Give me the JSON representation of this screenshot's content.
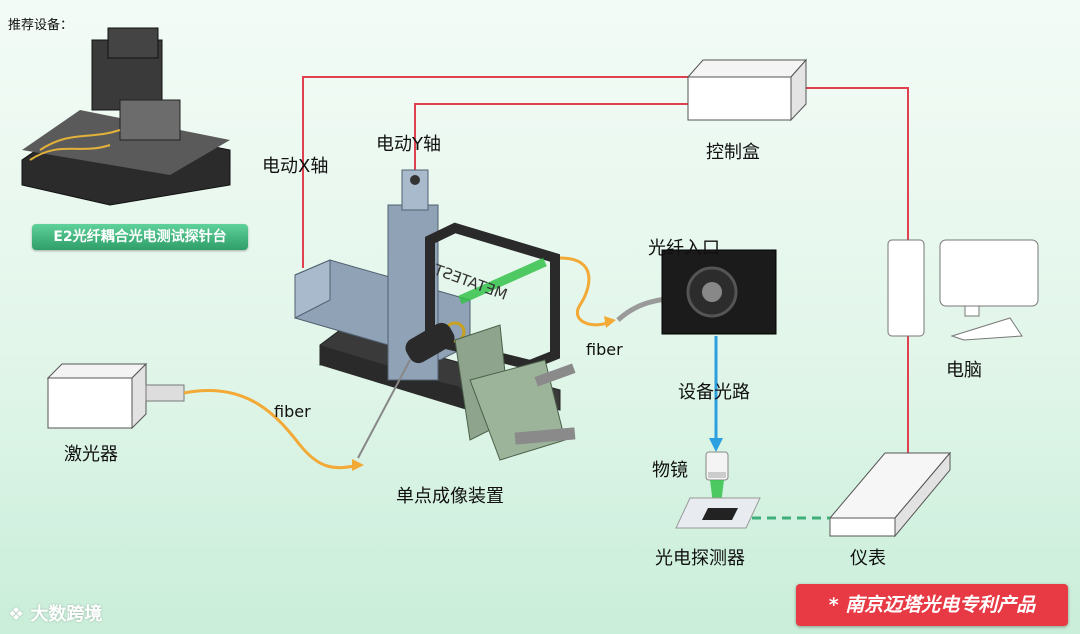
{
  "header": {
    "recommend_label": "推荐设备："
  },
  "device_badge": "E2光纤耦合光电测试探针台",
  "labels": {
    "control_box": "控制盒",
    "motor_x": "电动X轴",
    "motor_y": "电动Y轴",
    "fiber_inlet": "光纤入口",
    "computer": "电脑",
    "device_optics": "设备光路",
    "objective": "物镜",
    "photodetector": "光电探测器",
    "instrument": "仪表",
    "laser": "激光器",
    "single_point_imaging": "单点成像装置",
    "fiber_1": "fiber",
    "fiber_2": "fiber",
    "meta_test": "METATEST"
  },
  "patent_badge": "* 南京迈塔光电专利产品",
  "watermark": "大数跨境",
  "colors": {
    "connection_line": "#e04050",
    "fiber": "#f2a935",
    "beam": "#35c24a",
    "optical_path": "#2b9fe0",
    "dashed_link": "#3fae7a",
    "badge_green": "#2f9e69",
    "patent_red": "#e83a44"
  }
}
